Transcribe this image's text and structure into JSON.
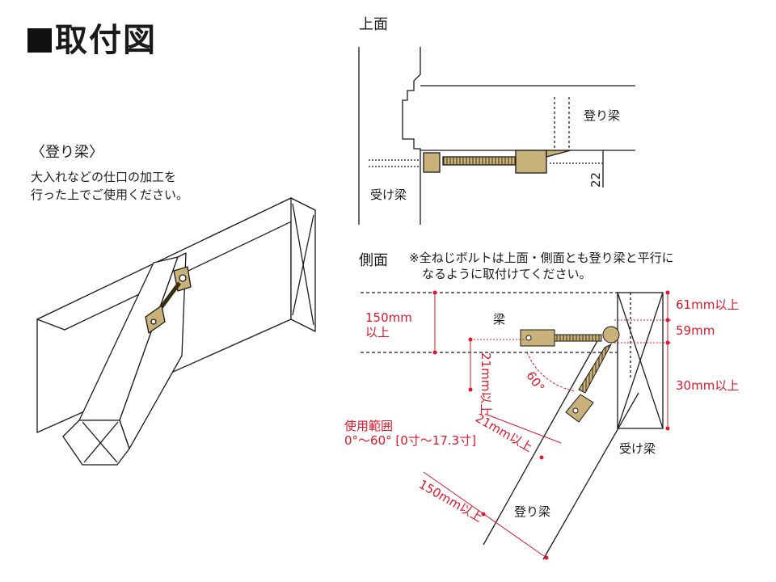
{
  "page": {
    "title": "取付図",
    "title_marker": "■"
  },
  "left_panel": {
    "heading": "〈登り梁〉",
    "note_line1": "大入れなどの仕口の加工を",
    "note_line2": "行った上でご使用ください。"
  },
  "top_view": {
    "label": "上面",
    "rafter_label": "登り梁",
    "receiving_beam_label": "受け梁",
    "dim_22": "22"
  },
  "side_view": {
    "label": "側面",
    "note_line1": "※全ねじボルトは上面・側面とも登り梁と平行に",
    "note_line2": "なるように取付けてください。",
    "beam_label": "梁",
    "dim_150_line1": "150mm",
    "dim_150_line2": "以上",
    "dim_61": "61mm以上",
    "dim_59": "59mm",
    "dim_30": "30mm以上",
    "dim_21_vertical": "21mm以上",
    "angle_60": "60°",
    "dim_21_diag": "21mm以上",
    "range_line1": "使用範囲",
    "range_line2": "0°～60° [0寸～17.3寸]",
    "receiving_beam_label": "受け梁",
    "dim_150_diag": "150mm以上",
    "rafter_label": "登り梁"
  },
  "colors": {
    "line": "#1a1a1a",
    "dimension_red": "#e0162b",
    "hardware_gold": "#c9b27a"
  }
}
